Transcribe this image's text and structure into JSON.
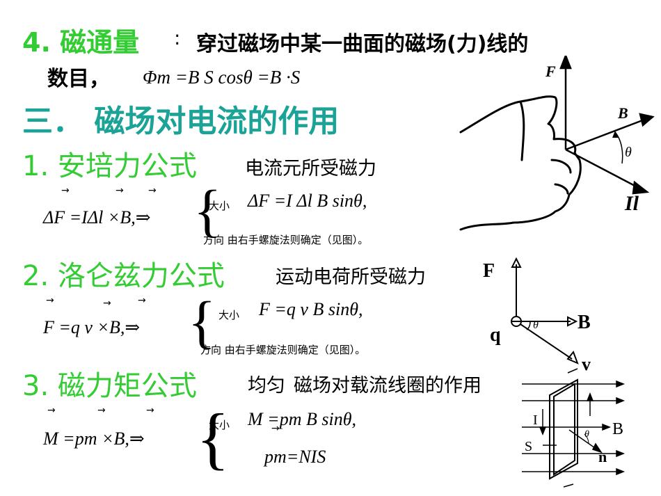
{
  "s4": {
    "title": "4. 磁通量",
    "colon": ":",
    "desc": "穿过磁场中某一曲面的磁场(力)线的",
    "desc2": "数目，",
    "formula": "Φm =B S cosθ =B ·S"
  },
  "s3": {
    "title": "三．  磁场对电流的作用"
  },
  "s1": {
    "title": "1. 安培力公式",
    "subtitle": "电流元所受磁力",
    "lhs": "ΔF =IΔl ×B,⇒",
    "size_label": "大小",
    "size_formula": "ΔF =I Δl B sinθ,",
    "dir_text": "方向 由右手螺旋法则确定（见图）。"
  },
  "s2": {
    "title": "2. 洛仑兹力公式",
    "subtitle": "运动电荷所受磁力",
    "lhs": "F =q v ×B,⇒",
    "size_label": "大小",
    "size_formula": "F =q v B sinθ,",
    "dir_text": "方向 由右手螺旋法则确定（见图）。"
  },
  "s5": {
    "title": "3. 磁力矩公式",
    "subtitle_a": "均匀",
    "subtitle_b": "磁场对载流线圈的作用",
    "lhs": "M =pm ×B,⇒",
    "size_label": "大小",
    "size_formula": "M =pm B sinθ,",
    "pm_formula": "pm=NIS"
  },
  "fig_hand": {
    "labels": [
      "F",
      "B",
      "θ",
      "Il"
    ]
  },
  "fig_lorentz": {
    "labels": [
      "F",
      "B",
      "q",
      "θ",
      "v"
    ]
  },
  "fig_coil": {
    "labels": [
      "I",
      "S",
      "θ",
      "B",
      "n"
    ]
  },
  "colors": {
    "heading_green": "#33cc33",
    "heading_teal": "#1aa396"
  }
}
